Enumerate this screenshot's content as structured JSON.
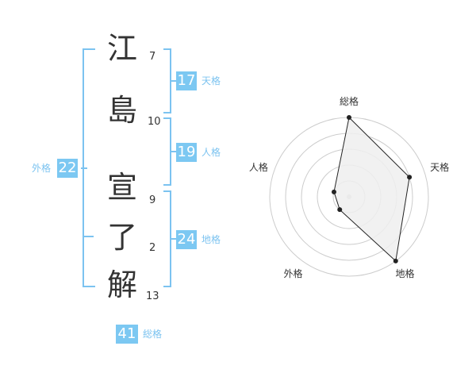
{
  "name": {
    "chars": [
      {
        "char": "江",
        "strokes": "7"
      },
      {
        "char": "島",
        "strokes": "10"
      },
      {
        "char": "宣",
        "strokes": "9"
      },
      {
        "char": "了",
        "strokes": "2"
      },
      {
        "char": "解",
        "strokes": "13"
      }
    ]
  },
  "kakusu": {
    "tenkaku": {
      "label": "天格",
      "value": "17"
    },
    "jinkaku": {
      "label": "人格",
      "value": "19"
    },
    "chikaku": {
      "label": "地格",
      "value": "24"
    },
    "gaikaku": {
      "label": "外格",
      "value": "22"
    },
    "soukaku": {
      "label": "総格",
      "value": "41"
    }
  },
  "colors": {
    "accent": "#7cc8f2",
    "bracket": "#7cc3f0",
    "text": "#333333",
    "radar_fill": "#eeeeee"
  },
  "chart_data": {
    "type": "radar",
    "axes": [
      "総格",
      "天格",
      "地格",
      "外格",
      "人格"
    ],
    "values": [
      5,
      4,
      5,
      1,
      1
    ],
    "rmax": 5,
    "rings": 5
  }
}
